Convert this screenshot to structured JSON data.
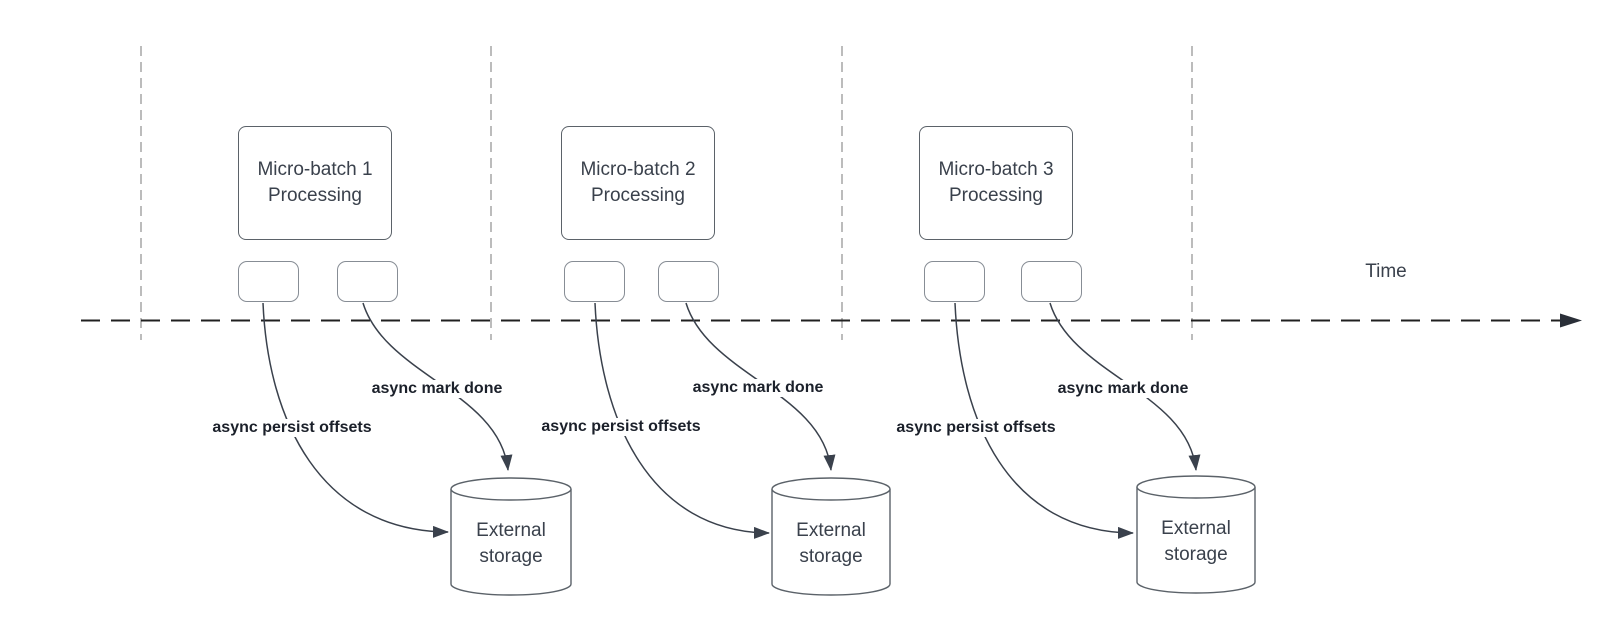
{
  "diagram": {
    "time_label": "Time",
    "groups": [
      {
        "box_line1": "Micro-batch 1",
        "box_line2": "Processing",
        "persist_label": "async persist offsets",
        "done_label": "async mark done",
        "storage_line1": "External",
        "storage_line2": "storage"
      },
      {
        "box_line1": "Micro-batch 2",
        "box_line2": "Processing",
        "persist_label": "async persist offsets",
        "done_label": "async mark done",
        "storage_line1": "External",
        "storage_line2": "storage"
      },
      {
        "box_line1": "Micro-batch 3",
        "box_line2": "Processing",
        "persist_label": "async persist offsets",
        "done_label": "async mark done",
        "storage_line1": "External",
        "storage_line2": "storage"
      }
    ],
    "colors": {
      "background": "#ffffff",
      "shape_stroke": "#5b6269",
      "small_box_stroke": "#878d95",
      "connector": "#3a414c",
      "timeline": "#202020",
      "guide_line": "#a6a6a6",
      "box_text": "#3a414c",
      "async_label_text": "#1b202a"
    }
  }
}
